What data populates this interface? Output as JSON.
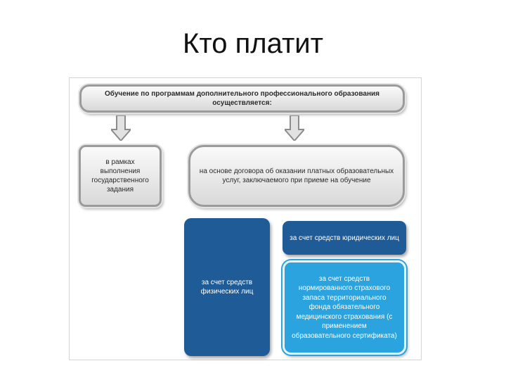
{
  "slide": {
    "title": "Кто платит"
  },
  "diagram": {
    "header": "Обучение по программам дополнительного профессионального образования осуществляется:",
    "state_task": "в рамках выполнения государственного задания",
    "contract": "на основе договора об оказании платных образовательных услуг, заключаемого при приеме на обучение",
    "individuals": "за счет средств физических лиц",
    "legal_entities": "за счет средств юридических лиц",
    "insurance_fund": "за счет средств нормированного страхового запаса территориального фонда обязательного медицинского страхования (с применением образовательного сертификата)"
  },
  "colors": {
    "box_gray": "#e3e3e3",
    "box_dark_blue": "#1f5c97",
    "box_light_blue": "#2aa3df"
  }
}
